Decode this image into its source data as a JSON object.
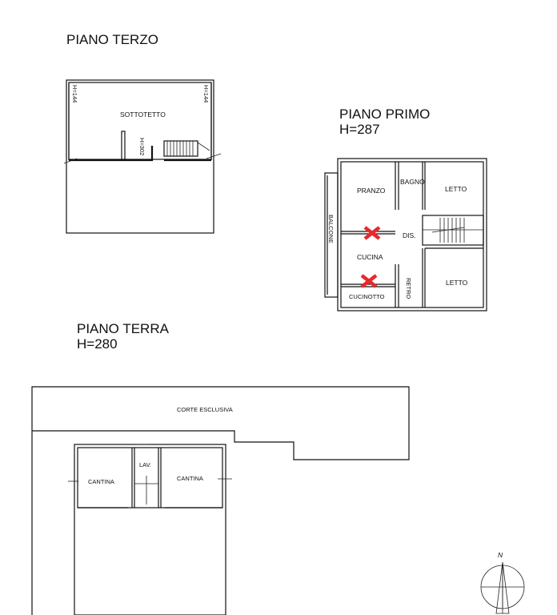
{
  "floors": {
    "terzo": {
      "title": "PIANO TERZO",
      "rooms": {
        "sottotetto": "SOTTOTETTO"
      },
      "heights": {
        "left": "H=144",
        "right": "H=144",
        "stair": "H=302"
      }
    },
    "primo": {
      "title": "PIANO PRIMO",
      "height": "H=287",
      "rooms": {
        "pranzo": "PRANZO",
        "bagno": "BAGNO",
        "letto_top": "LETTO",
        "balcone": "BALCONE",
        "dis": "DIS.",
        "cucina": "CUCINA",
        "cucinotto": "CUCINOTTO",
        "retro": "RETRO",
        "letto_bottom": "LETTO"
      },
      "marker_color": "#e8282b"
    },
    "terra": {
      "title": "PIANO TERRA",
      "height": "H=280",
      "rooms": {
        "corte": "CORTE ESCLUSIVA",
        "lav": "LAV.",
        "cantina_left": "CANTINA",
        "cantina_right": "CANTINA"
      }
    }
  },
  "compass": {
    "label": "N"
  }
}
